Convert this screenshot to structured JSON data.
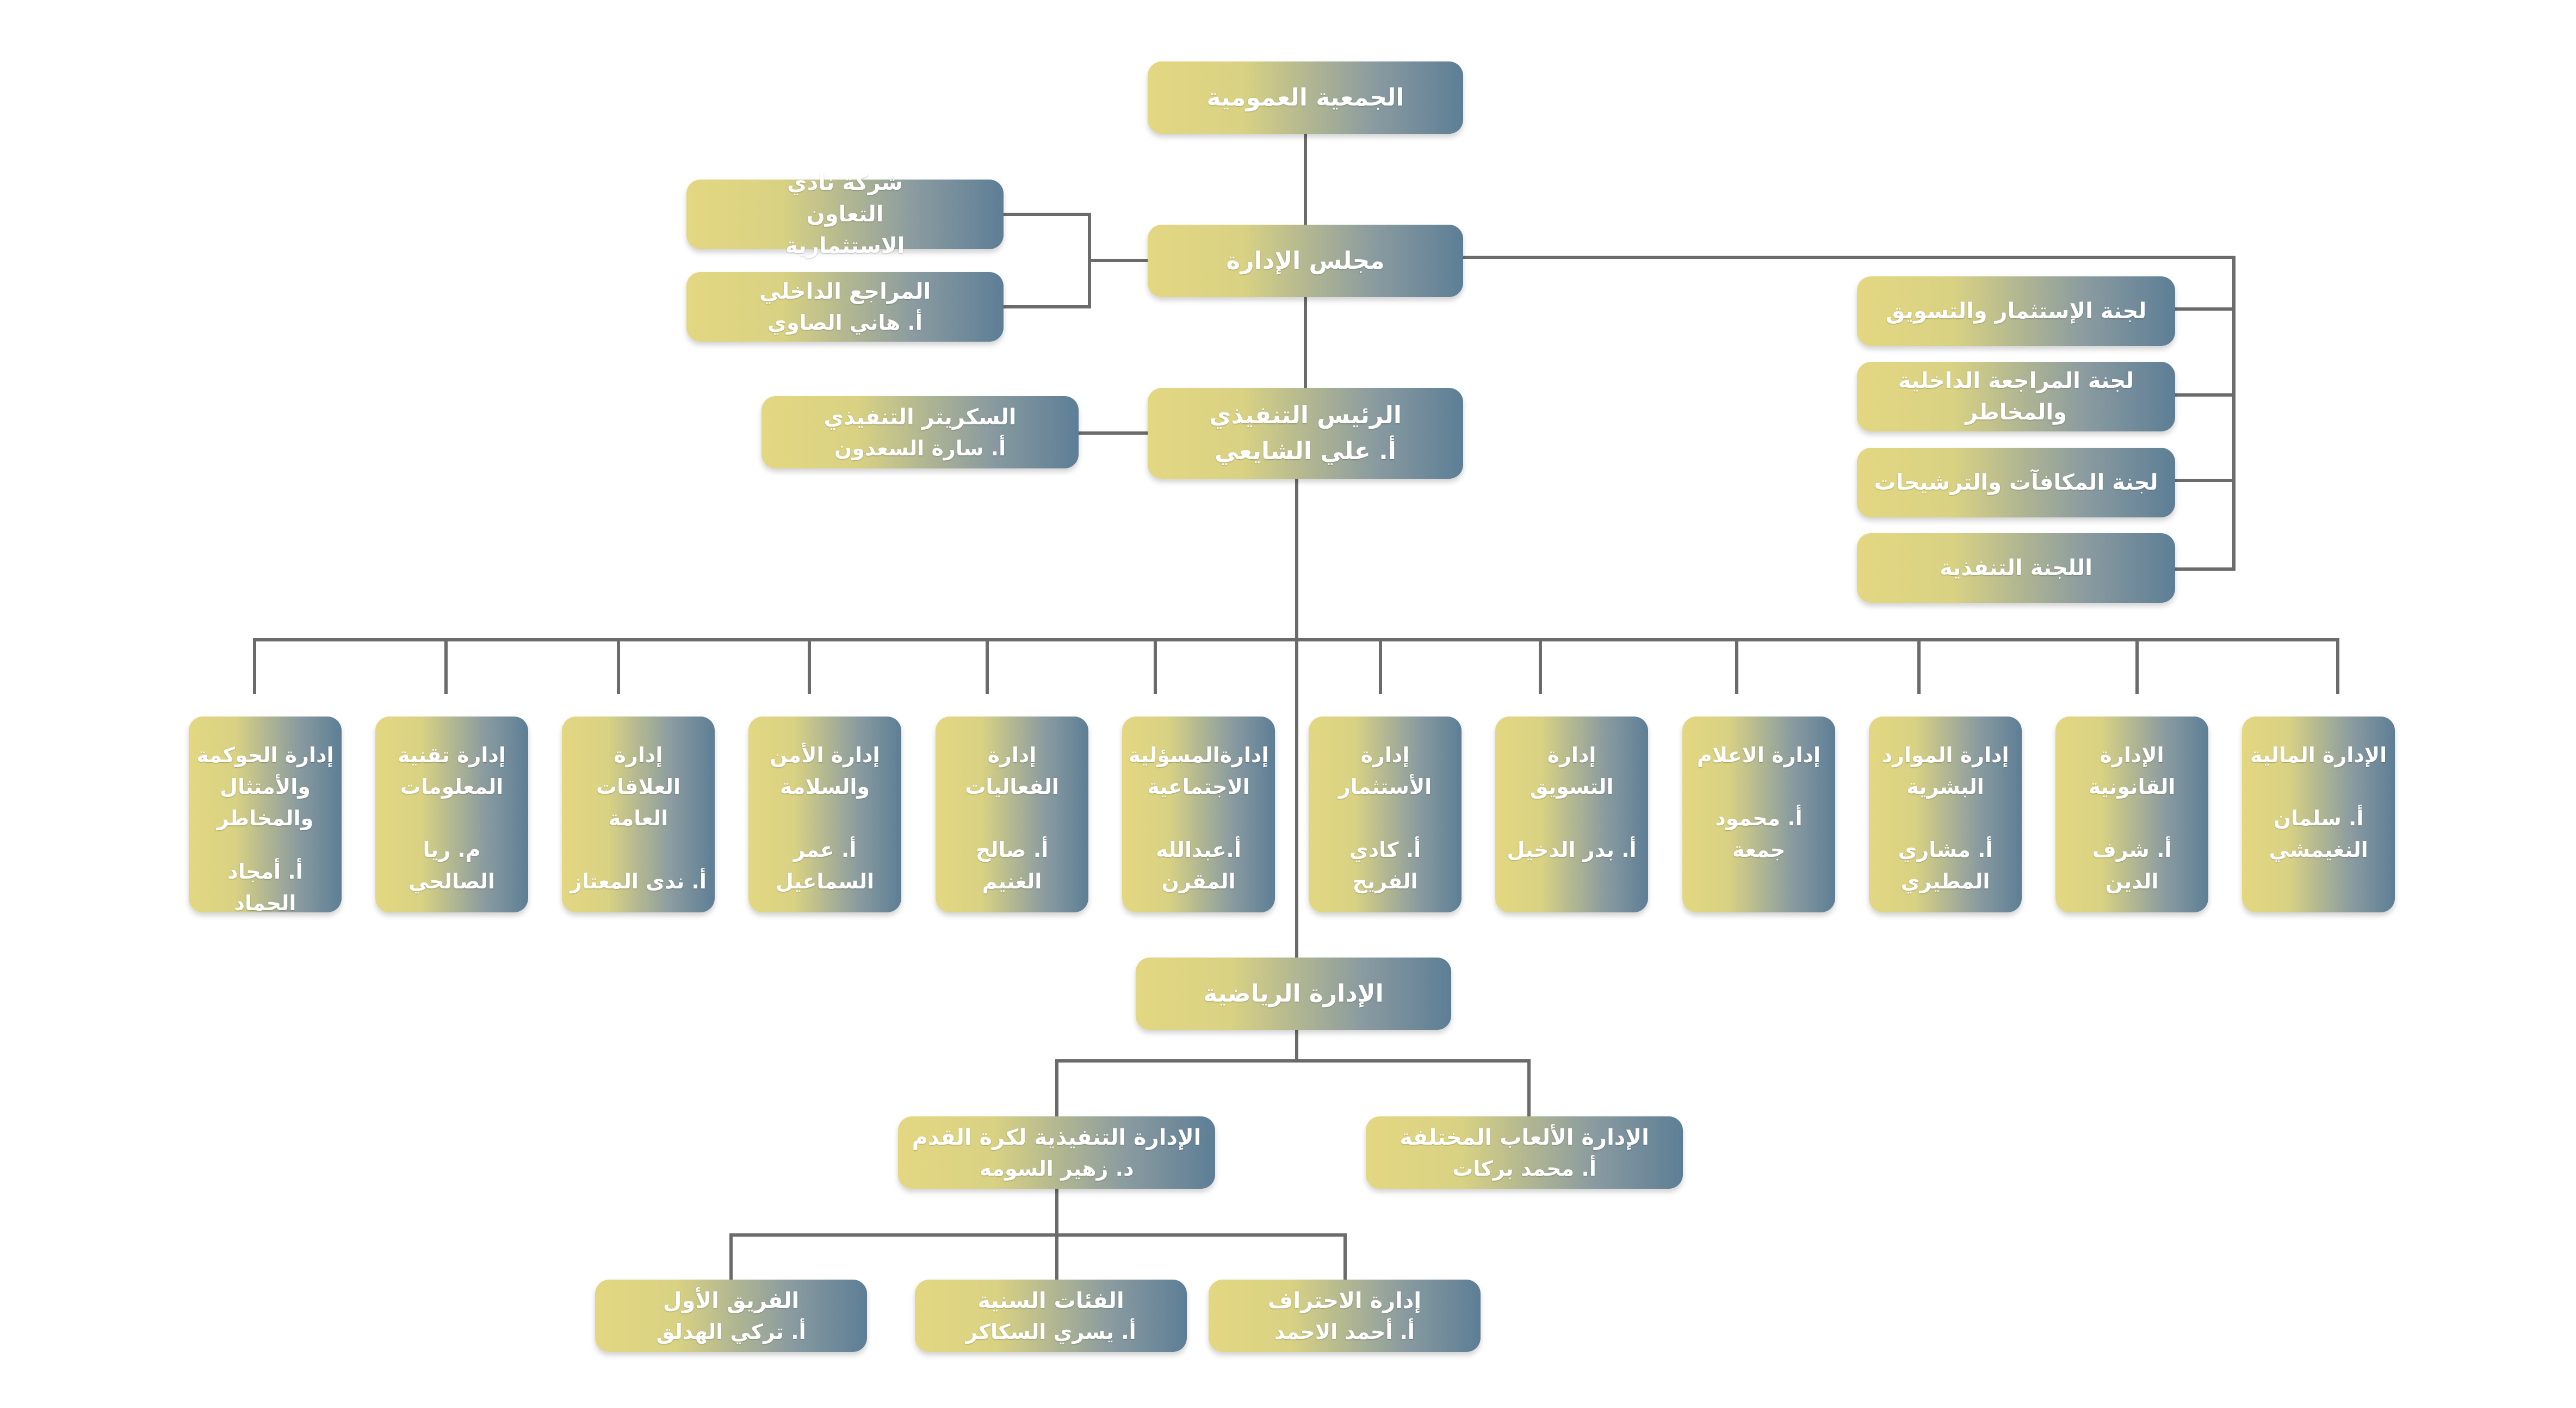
{
  "boxes": {
    "general_assembly": "الجمعية العمومية",
    "board": "مجلس الإدارة",
    "investment_company": "شركة نادي التعاون الاستثمارية",
    "internal_auditor_title": "المراجع الداخلي",
    "internal_auditor_name": "أ. هاني الصاوي",
    "ceo_title": "الرئيس التنفيذي",
    "ceo_name": "أ. علي الشايعي",
    "exec_secretary_title": "السكريتر التنفيذي",
    "exec_secretary_name": "أ. سارة السعدون",
    "committee_investment": "لجنة الإستثمار والتسويق",
    "committee_audit": "لجنة المراجعة الداخلية والمخاطر",
    "committee_rewards": "لجنة المكافآت والترشيحات",
    "committee_executive": "اللجنة التنفذية",
    "sports_admin": "الإدارة الرياضية",
    "football_exec_title": "الإدارة التنفيذية لكرة القدم",
    "football_exec_name": "د. زهير السومه",
    "various_games_title": "الإدارة الألعاب المختلفة",
    "various_games_name": "أ. محمد بركات",
    "first_team_title": "الفريق الأول",
    "first_team_name": "أ. تركي الهدلق",
    "age_groups_title": "الفئات السنية",
    "age_groups_name": "أ. يسري السكاكر",
    "professionalism_title": "إدارة الاحتراف",
    "professionalism_name": "أ. أحمد الاحمد"
  },
  "departments": [
    {
      "title": "إدارة الحوكمة والأمتثال والمخاطر",
      "name": "أ. أمجاد الحماد"
    },
    {
      "title": "إدارة تقنية المعلومات",
      "name": "م. ريا الصالحي"
    },
    {
      "title": "إدارة العلاقات العامة",
      "name": "أ. ندى المعتاز"
    },
    {
      "title": "إدارة الأمن والسلامة",
      "name": "أ. عمر السماعيل"
    },
    {
      "title": "إدارة الفعاليات",
      "name": "أ. صالح الغنيم"
    },
    {
      "title": "إدارةالمسؤلية الاجتماعية",
      "name": "أ.عبدالله المقرن"
    },
    {
      "title": "إدارة الأستثمار",
      "name": "أ. كادي الفريح"
    },
    {
      "title": "إدارة التسويق",
      "name": "أ. بدر الدخيل"
    },
    {
      "title": "إدارة الاعلام",
      "name": "أ. محمود جمعة"
    },
    {
      "title": "إدارة الموارد البشرية",
      "name": "أ. مشاري المطيري"
    },
    {
      "title": "الإدارة القانونية",
      "name": "أ. شرف الدين"
    },
    {
      "title": "الإدارة المالية",
      "name": "أ. سلمان النغيمشي"
    }
  ],
  "colors": {
    "gradient_start": "#e3d782",
    "gradient_end": "#5d7e96",
    "connector": "#6b6b6b",
    "text": "#ffffff"
  }
}
